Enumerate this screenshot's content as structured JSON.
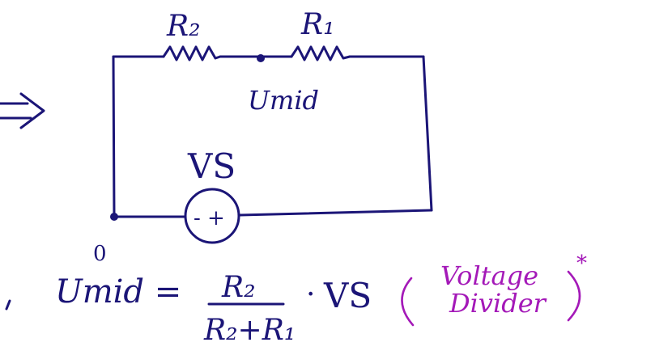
{
  "colors": {
    "ink": "#1b1577",
    "accent": "#a419b8",
    "background": "#ffffff"
  },
  "labels": {
    "r2": "R₂",
    "r1": "R₁",
    "u_mid": "Umid",
    "vs": "VS",
    "source_sign": "- +",
    "ground": "0"
  },
  "equation": {
    "lhs": "Umid =",
    "numerator": "R₂",
    "denominator": "R₂+R₁",
    "dot": "·",
    "factor": "VS"
  },
  "note": {
    "line1": "Voltage",
    "line2": "Divider",
    "mark": "*"
  }
}
